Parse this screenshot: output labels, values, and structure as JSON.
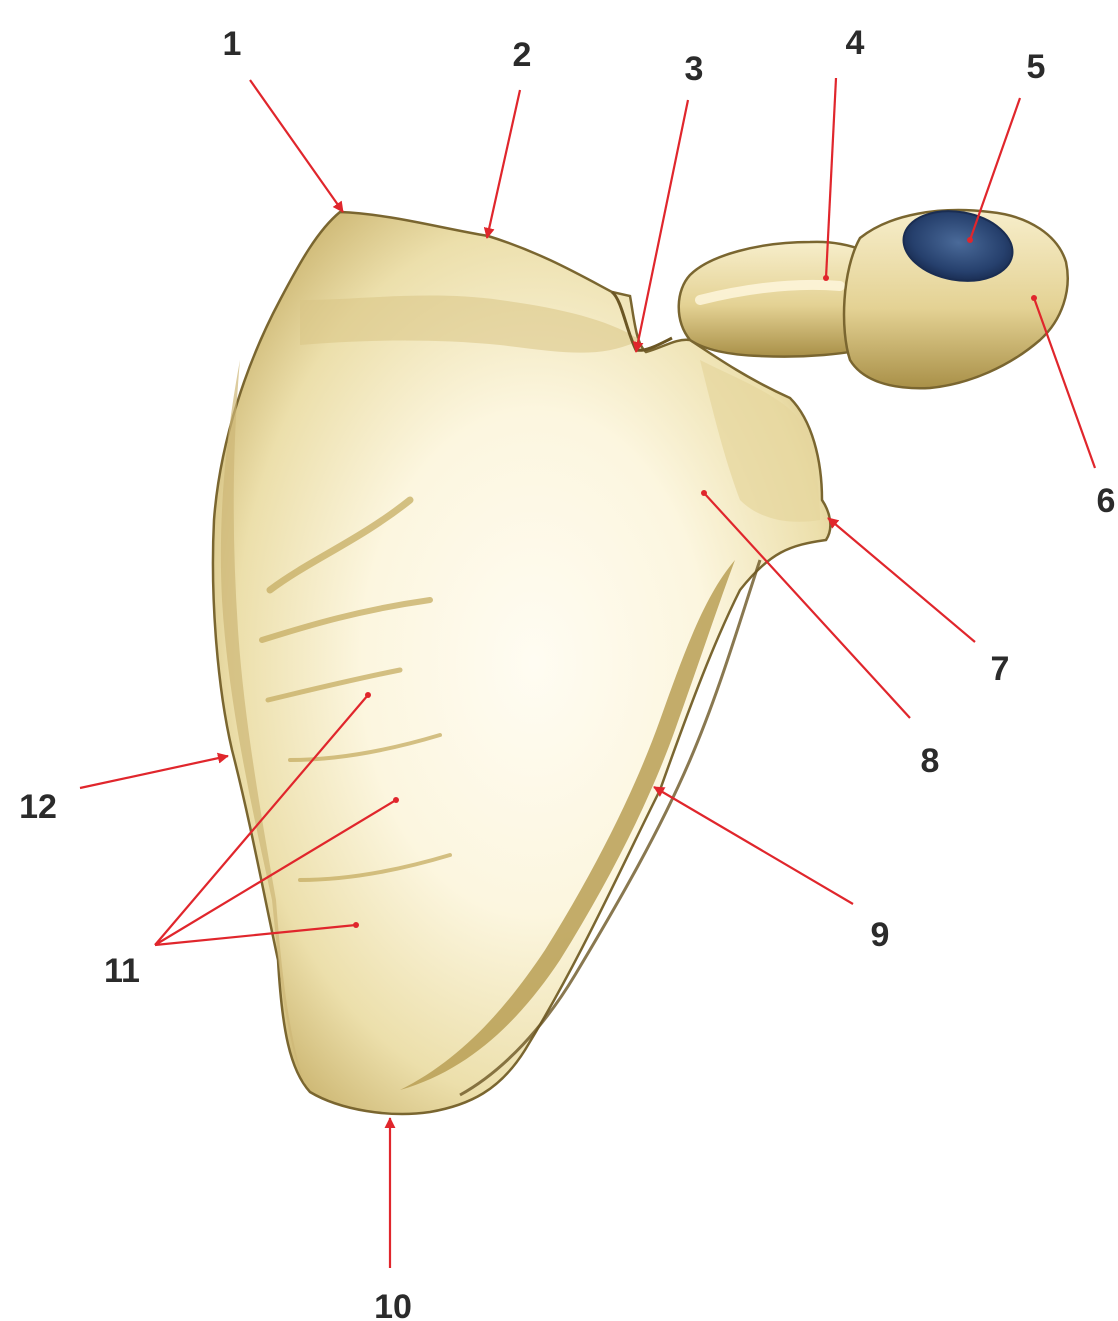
{
  "figure": {
    "labels": [
      "1",
      "2",
      "3",
      "4",
      "5",
      "6",
      "7",
      "8",
      "9",
      "10",
      "11",
      "12"
    ]
  },
  "colors": {
    "bone_light": "#fdf9e8",
    "bone_mid": "#e6d59c",
    "bone_dark": "#8c7839",
    "articular_surface": "#2a4a7a",
    "leader_line": "#e0262c",
    "label_text": "#2b2b2b"
  }
}
